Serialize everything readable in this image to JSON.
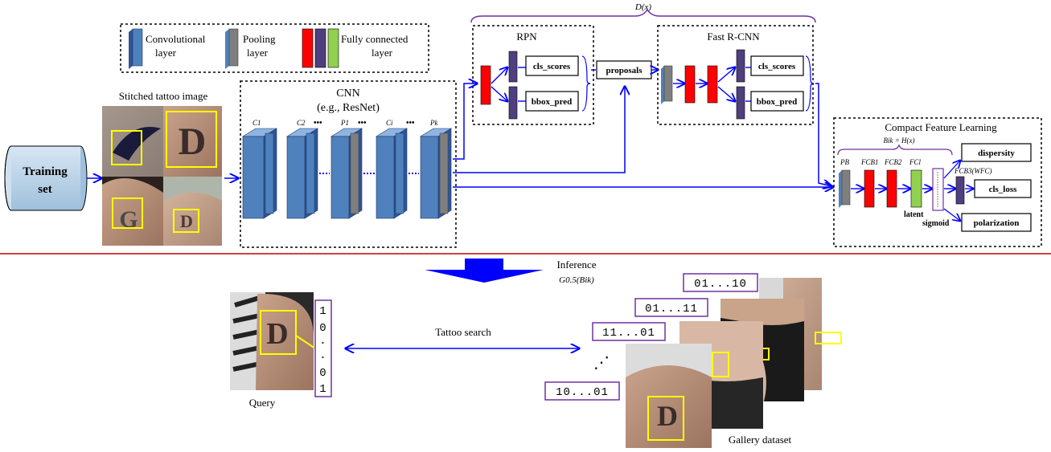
{
  "legend": {
    "conv_label": [
      "Convolutional",
      "layer"
    ],
    "pool_label": [
      "Pooling",
      "layer"
    ],
    "fc_label": [
      "Fully connected",
      "layer"
    ]
  },
  "input": {
    "training_set": [
      "Training",
      "set"
    ],
    "stitched_title": "Stitched tattoo image"
  },
  "cnn": {
    "title": "CNN",
    "subtitle": "(e.g., ResNet)",
    "layer_labels": [
      "C1",
      "C2",
      "P1",
      "Ci",
      "Pk"
    ],
    "ellipsis": "•••"
  },
  "detector": {
    "d_label": "D(x)",
    "rpn_title": "RPN",
    "rcnn_title": "Fast R-CNN",
    "cls_scores": "cls_scores",
    "bbox_pred": "bbox_pred",
    "proposals": "proposals"
  },
  "compact": {
    "title": "Compact Feature Learning",
    "b_label": "Bik = H(x)",
    "layer_labels": [
      "PB",
      "FCB1",
      "FCB2",
      "FCl",
      "FCB3(WFC)"
    ],
    "latent": "latent",
    "sigmoid": "sigmoid",
    "dispersity": "dispersity",
    "cls_loss": "cls_loss",
    "polarization": "polarization"
  },
  "inference": {
    "label": "Inference",
    "formula": "G0.5(Bik)"
  },
  "search": {
    "query_label": "Query",
    "query_code": [
      "1",
      "0",
      ".",
      ".",
      "0",
      "1"
    ],
    "search_label": "Tattoo search",
    "gallery_label": "Gallery dataset",
    "gallery_codes": [
      "01...10",
      "01...11",
      "11...01",
      "10...01"
    ],
    "vdots": "⋰"
  },
  "colors": {
    "conv": "#4f81bd",
    "pool": "#7f7f7f",
    "fc_red": "#ff0000",
    "fc_purple": "#4f3f7f",
    "fc_green": "#92d050",
    "arrow": "#0000ff",
    "divider": "#c00000",
    "code_border": "#7030a0"
  }
}
